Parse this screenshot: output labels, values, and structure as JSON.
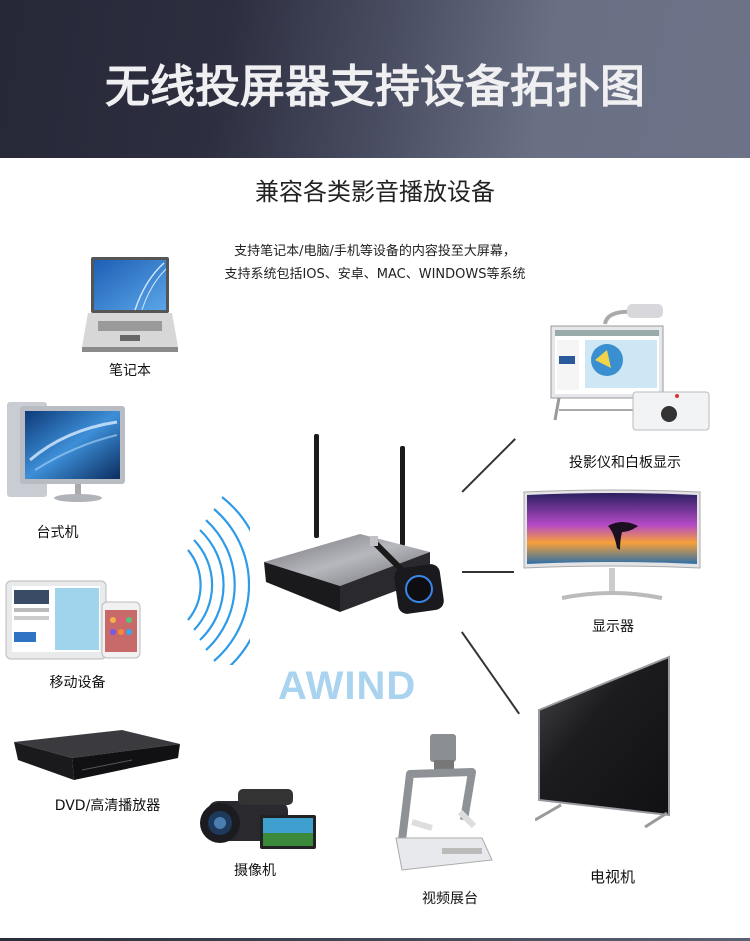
{
  "header": {
    "title": "无线投屏器支持设备拓扑图"
  },
  "subtitle": "兼容各类影音播放设备",
  "description": {
    "line1": "支持笔记本/电脑/手机等设备的内容投至大屏幕，",
    "line2": "支持系统包括IOS、安卓、MAC、WINDOWS等系统"
  },
  "center": {
    "device": "wireless-presentation-receiver",
    "brand_logo": "AWIND"
  },
  "source_devices": [
    {
      "label": "笔记本",
      "icon": "laptop-icon"
    },
    {
      "label": "台式机",
      "icon": "desktop-computer-icon"
    },
    {
      "label": "移动设备",
      "icon": "mobile-devices-icon"
    },
    {
      "label": "DVD/高清播放器",
      "icon": "dvd-player-icon"
    },
    {
      "label": "摄像机",
      "icon": "camcorder-icon"
    },
    {
      "label": "视频展台",
      "icon": "document-camera-icon"
    }
  ],
  "display_devices": [
    {
      "label": "投影仪和白板显示",
      "icon": "projector-whiteboard-icon"
    },
    {
      "label": "显示器",
      "icon": "monitor-icon"
    },
    {
      "label": "电视机",
      "icon": "tv-icon"
    }
  ],
  "colors": {
    "banner_dark": "#262838",
    "banner_light": "#6c7287",
    "wifi_blue": "#2f9be8",
    "logo_blue": "#a9d3ee"
  }
}
